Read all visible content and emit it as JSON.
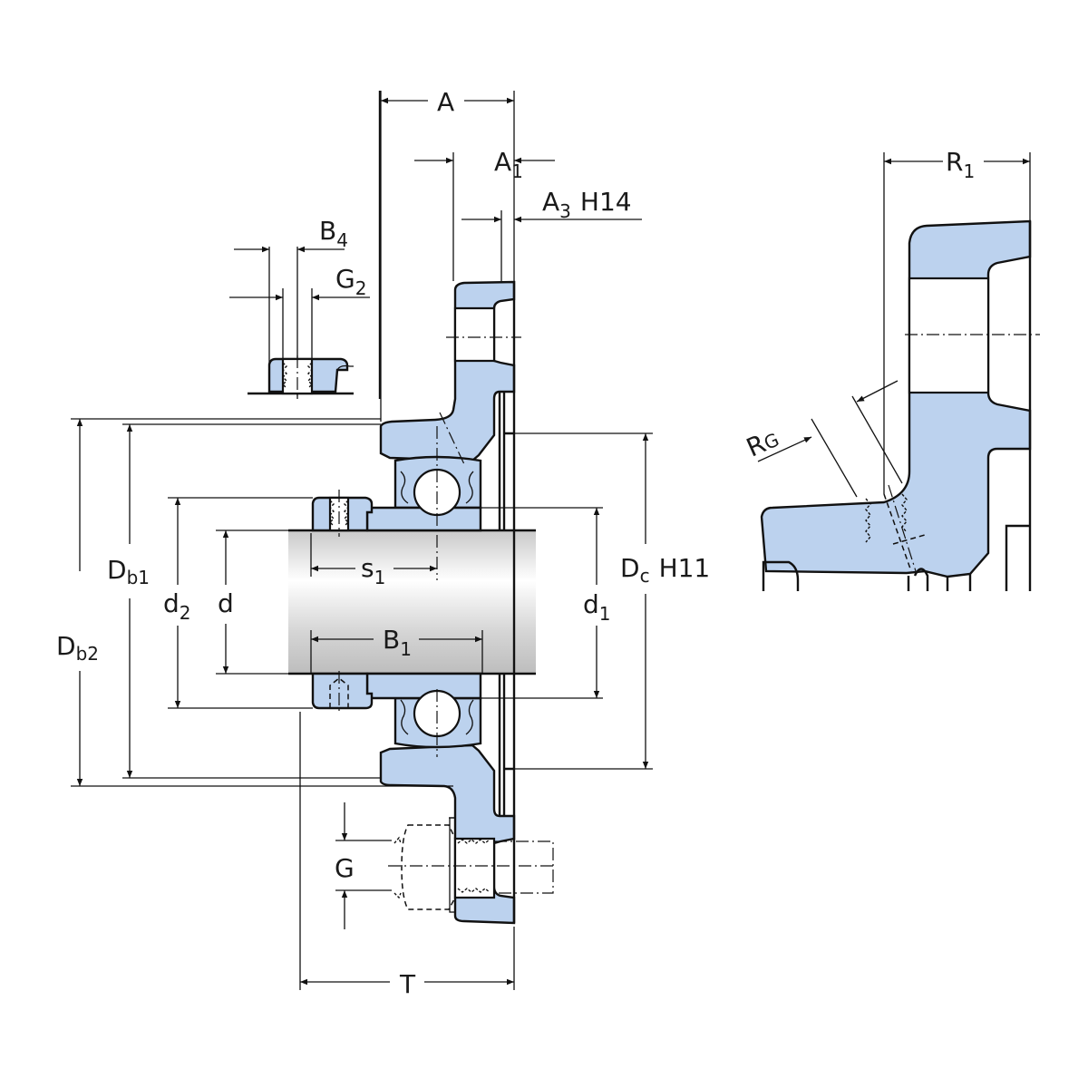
{
  "drawing": {
    "title": "Flanged bearing unit with set screw locking – dimension drawing",
    "colors": {
      "housing_fill": "#bcd2ee",
      "shaft_fill": "#d8d8d8",
      "line": "#111111"
    },
    "dimensions": {
      "A": {
        "main": "A",
        "sub": ""
      },
      "A1": {
        "main": "A",
        "sub": "1"
      },
      "A3": {
        "main": "A",
        "sub": "3",
        "suffix": "H14"
      },
      "B4": {
        "main": "B",
        "sub": "4"
      },
      "G2": {
        "main": "G",
        "sub": "2"
      },
      "R1": {
        "main": "R",
        "sub": "1"
      },
      "RG": {
        "main": "R",
        "sub": "G"
      },
      "Db1": {
        "main": "D",
        "sub": "b1"
      },
      "Db2": {
        "main": "D",
        "sub": "b2"
      },
      "d2": {
        "main": "d",
        "sub": "2"
      },
      "d": {
        "main": "d",
        "sub": ""
      },
      "s1": {
        "main": "s",
        "sub": "1"
      },
      "B1": {
        "main": "B",
        "sub": "1"
      },
      "d1": {
        "main": "d",
        "sub": "1"
      },
      "Dc": {
        "main": "D",
        "sub": "c",
        "suffix": "H11"
      },
      "G": {
        "main": "G",
        "sub": ""
      },
      "T": {
        "main": "T",
        "sub": ""
      }
    }
  }
}
